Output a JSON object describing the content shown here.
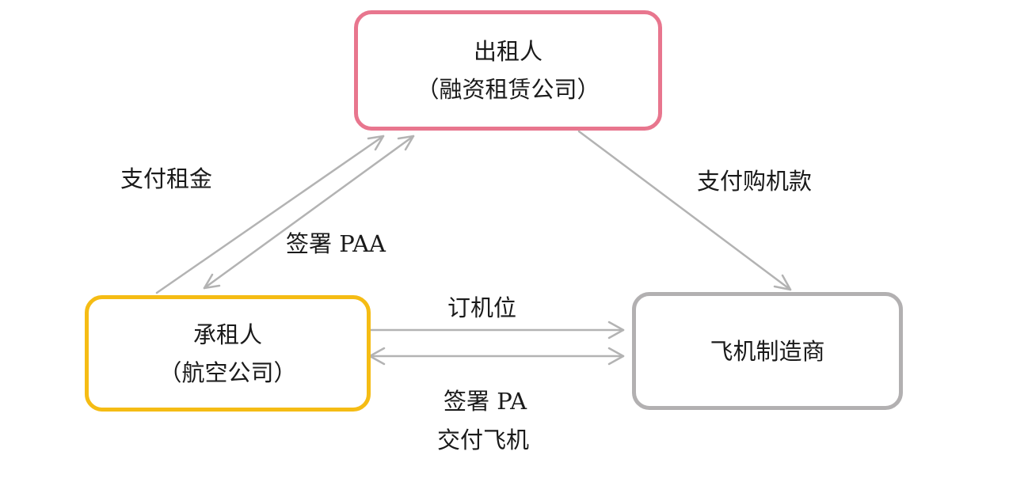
{
  "nodes": {
    "lessor": {
      "title": "出租人",
      "subtitle": "（融资租赁公司）",
      "border_color": "#E8768E"
    },
    "lessee": {
      "title": "承租人",
      "subtitle": "（航空公司）",
      "border_color": "#F5BC14"
    },
    "manufacturer": {
      "title": "飞机制造商",
      "border_color": "#B2B0B1"
    }
  },
  "edge_labels": {
    "pay_rent": "支付租金",
    "sign_paa": "签署 PAA",
    "pay_purchase": "支付购机款",
    "book_slot": "订机位",
    "sign_pa": "签署 PA",
    "deliver": "交付飞机"
  },
  "arrow_color": "#B3B3B3"
}
